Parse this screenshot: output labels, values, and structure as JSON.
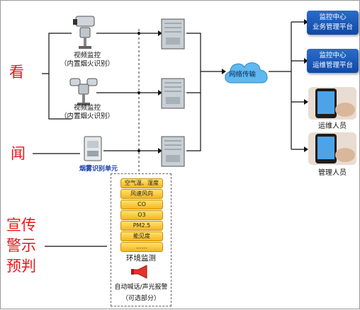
{
  "left_labels": {
    "see": "看",
    "hear": "闻",
    "warn": [
      "宣传",
      "警示",
      "预判"
    ]
  },
  "cameras": [
    {
      "label_line1": "视频监控",
      "label_line2": "（内置烟火识别）"
    },
    {
      "label_line1": "视频监控",
      "label_line2": "（内置烟火识别）"
    }
  ],
  "smoke_unit": {
    "label": "烟雾识别单元"
  },
  "network": {
    "label": "网络传输"
  },
  "right_panels": [
    {
      "line1": "监控中心",
      "line2": "业务管理平台"
    },
    {
      "line1": "监控中心",
      "line2": "运维管理平台"
    }
  ],
  "people": [
    {
      "label": "运维人员"
    },
    {
      "label": "管理人员"
    }
  ],
  "environment": {
    "items": [
      "空气温、湿度",
      "风速风向",
      "CO",
      "O3",
      "PM2.5",
      "能见度",
      "……"
    ],
    "title": "环境监测",
    "alarm_label": "自动喊话/声光报警",
    "optional_label": "（可选部分）"
  },
  "colors": {
    "big_text": "#e8161b",
    "panel_blue": "#1556b8",
    "pill_yellow": "#f6c42c",
    "cloud_blue": "#5fb8ef"
  },
  "icons": [
    "ptz-camera-icon",
    "gateway-device-icon",
    "cloud-icon",
    "smartphone-icon",
    "siren-icon",
    "smoke-detector-icon"
  ]
}
